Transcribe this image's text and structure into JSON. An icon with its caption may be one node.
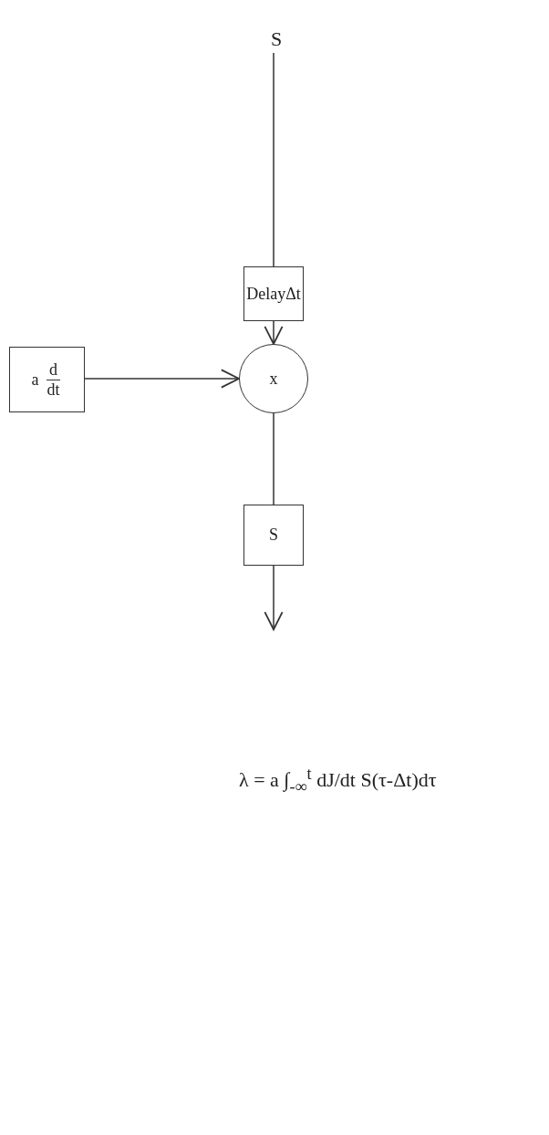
{
  "diagram": {
    "nodes": [
      {
        "text": [
          "S"
        ]
      },
      {
        "text": [
          "DelayΔt"
        ]
      },
      {
        "text": [
          "a",
          "d",
          "dt"
        ]
      },
      {
        "text": [
          "x"
        ]
      },
      {
        "text": [
          "S"
        ]
      }
    ],
    "edges": [
      {
        "from": 0,
        "to": 1,
        "arrow": "none"
      },
      {
        "from": 1,
        "to": 3,
        "arrow": "to"
      },
      {
        "from": 2,
        "to": 3,
        "arrow": "to"
      },
      {
        "from": 3,
        "to": 4,
        "arrow": "none"
      },
      {
        "from": 4,
        "to": null,
        "arrow": "to"
      }
    ],
    "labels": [
      "λ = a ∫$_{-∞}$$^{t}$ dJ/dt S(τ-Δt)dτ"
    ]
  }
}
